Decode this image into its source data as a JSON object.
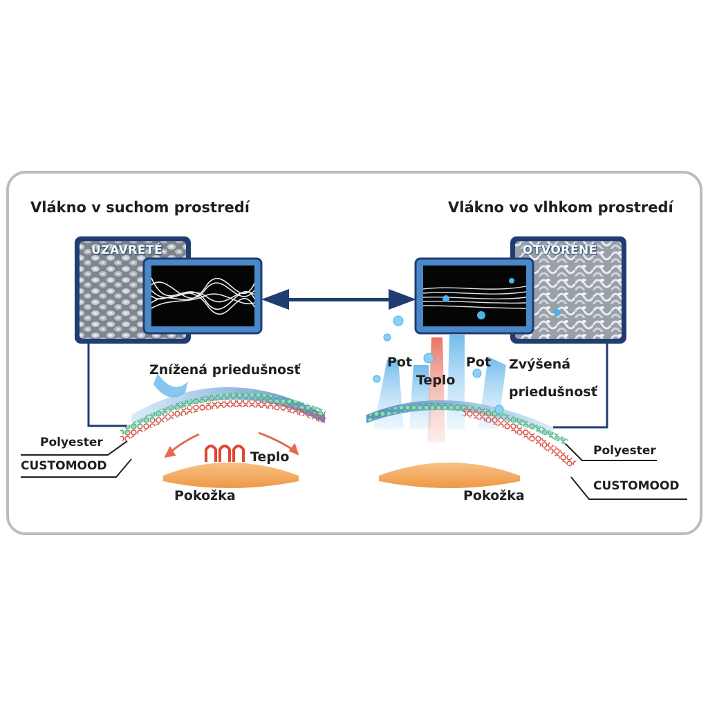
{
  "left": {
    "title": "Vlákno v suchom prostredí",
    "state_badge": "UZAVRETÉ",
    "breathability": "Znížená priedušnosť",
    "heat": "Teplo",
    "layer_polyester": "Polyester",
    "layer_custom": "CUSTOMOOD",
    "skin": "Pokožka"
  },
  "right": {
    "title": "Vlákno vo vlhkom prostredí",
    "state_badge": "OTVORENÉ",
    "sweat_left": "Pot",
    "sweat_right": "Pot",
    "heat": "Teplo",
    "breathability_line1": "Zvýšená",
    "breathability_line2": "priedušnosť",
    "layer_polyester": "Polyester",
    "layer_custom": "CUSTOMOOD",
    "skin": "Pokožka"
  },
  "colors": {
    "panel_border": "#b9bcc3",
    "frame_navy": "#1f3d70",
    "frame_inner": "#4a88c8",
    "fiber_bg": "#050505",
    "polyester_green": "#7fd3a6",
    "custom_red": "#d9574a",
    "heat_red": "#e2452f",
    "skin_orange": "#f2a65a",
    "airflow_blue": "#8ec9ef",
    "bubble_blue": "#49b3ea",
    "text_dark": "#1e1e1e"
  },
  "icons": [
    "double-arrow-icon",
    "heat-wave-icon",
    "water-drop-icon",
    "airflow-arrow-icon"
  ]
}
